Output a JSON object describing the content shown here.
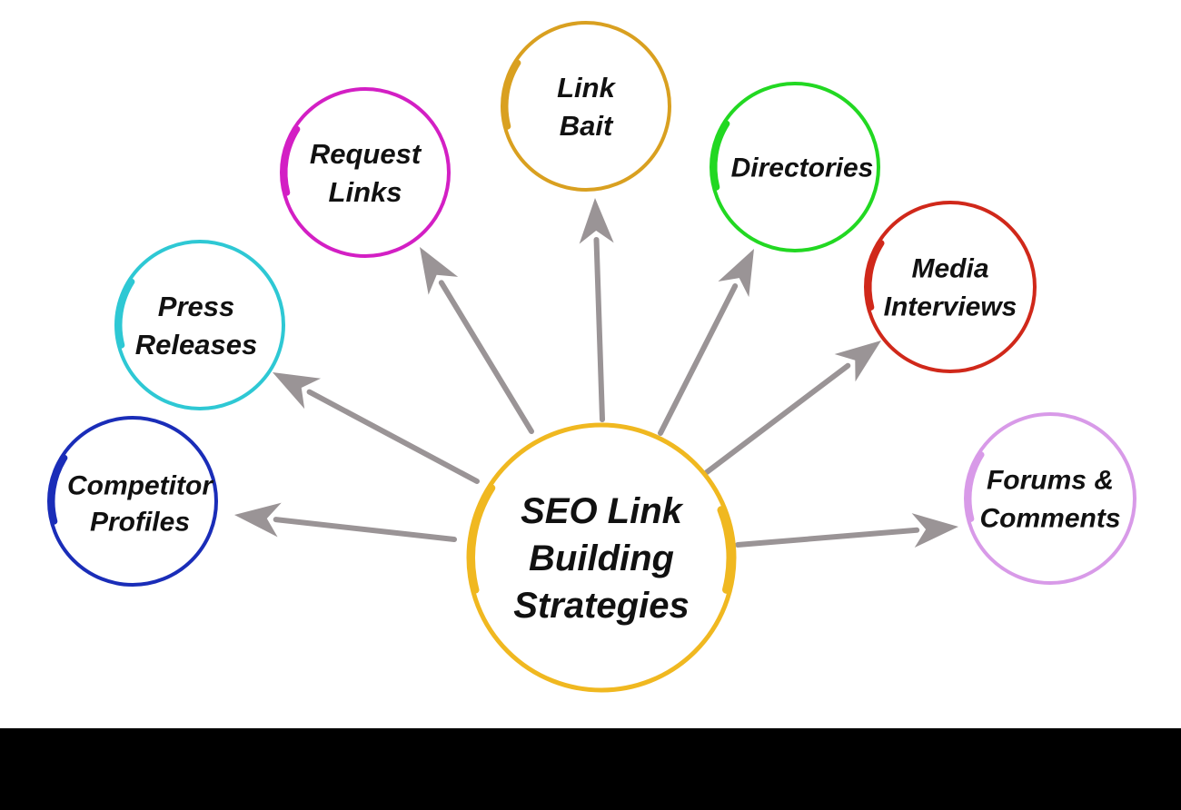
{
  "center": {
    "lines": [
      "SEO Link",
      "Building",
      "Strategies"
    ],
    "color": "#f0b820"
  },
  "nodes": [
    {
      "id": "competitor-profiles",
      "lines": [
        "Competitor",
        "Profiles"
      ],
      "color": "#1a2db8"
    },
    {
      "id": "press-releases",
      "lines": [
        "Press",
        "Releases"
      ],
      "color": "#2ec8d4"
    },
    {
      "id": "request-links",
      "lines": [
        "Request",
        "Links"
      ],
      "color": "#d31fc4"
    },
    {
      "id": "link-bait",
      "lines": [
        "Link",
        "Bait"
      ],
      "color": "#d9a020"
    },
    {
      "id": "directories",
      "lines": [
        "Directories"
      ],
      "color": "#22d822"
    },
    {
      "id": "media-interviews",
      "lines": [
        "Media",
        "Interviews"
      ],
      "color": "#d0281a"
    },
    {
      "id": "forums-comments",
      "lines": [
        "Forums &",
        "Comments"
      ],
      "color": "#d89ae8"
    }
  ],
  "arrow_color": "#9a9496"
}
